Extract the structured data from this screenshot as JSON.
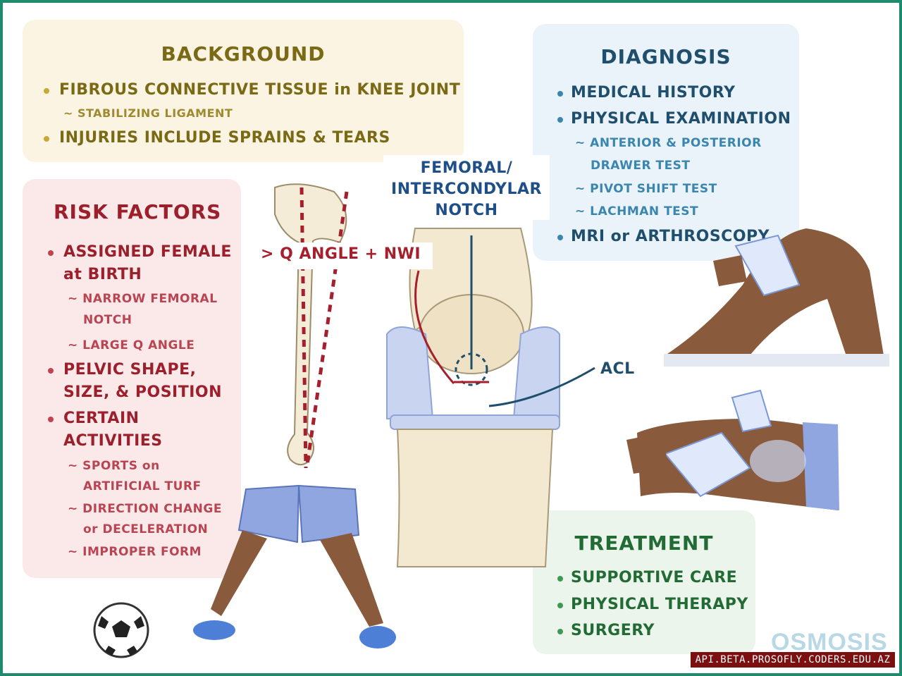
{
  "background": {
    "title": "BACKGROUND",
    "items": [
      "FIBROUS CONNECTIVE TISSUE in KNEE JOINT",
      "~ STABILIZING LIGAMENT",
      "INJURIES INCLUDE SPRAINS & TEARS"
    ]
  },
  "diagnosis": {
    "title": "DIAGNOSIS",
    "items": [
      "MEDICAL HISTORY",
      "PHYSICAL EXAMINATION",
      "~ ANTERIOR & POSTERIOR",
      "DRAWER TEST",
      "~ PIVOT SHIFT TEST",
      "~ LACHMAN TEST",
      "MRI or ARTHROSCOPY"
    ]
  },
  "risk_factors": {
    "title": "RISK FACTORS",
    "items": [
      "ASSIGNED FEMALE",
      "at BIRTH",
      "~ NARROW FEMORAL",
      "NOTCH",
      "~ LARGE Q ANGLE",
      "PELVIC SHAPE,",
      "SIZE, & POSITION",
      "CERTAIN",
      "ACTIVITIES",
      "~ SPORTS on",
      "ARTIFICIAL TURF",
      "~ DIRECTION CHANGE",
      "or DECELERATION",
      "~ IMPROPER FORM"
    ]
  },
  "treatment": {
    "title": "TREATMENT",
    "items": [
      "SUPPORTIVE CARE",
      "PHYSICAL THERAPY",
      "SURGERY"
    ]
  },
  "labels": {
    "notch": [
      "FEMORAL/",
      "INTERCONDYLAR",
      "NOTCH"
    ],
    "q_angle": "> Q ANGLE + NWI",
    "acl": "ACL"
  },
  "logo": "OSMOSIS",
  "watermark": "API.BETA.PROSOFLY.CODERS.EDU.AZ",
  "colors": {
    "frame": "#1f8a6d",
    "background_title": "#7a6a16",
    "diagnosis_title": "#1f4f6c",
    "risk_title": "#9c1f2c",
    "treatment_title": "#236b35"
  },
  "icons": [
    "pelvis-femur-bone",
    "knee-joint",
    "soccer-ball",
    "legs-shorts",
    "knee-exam-gloves"
  ]
}
